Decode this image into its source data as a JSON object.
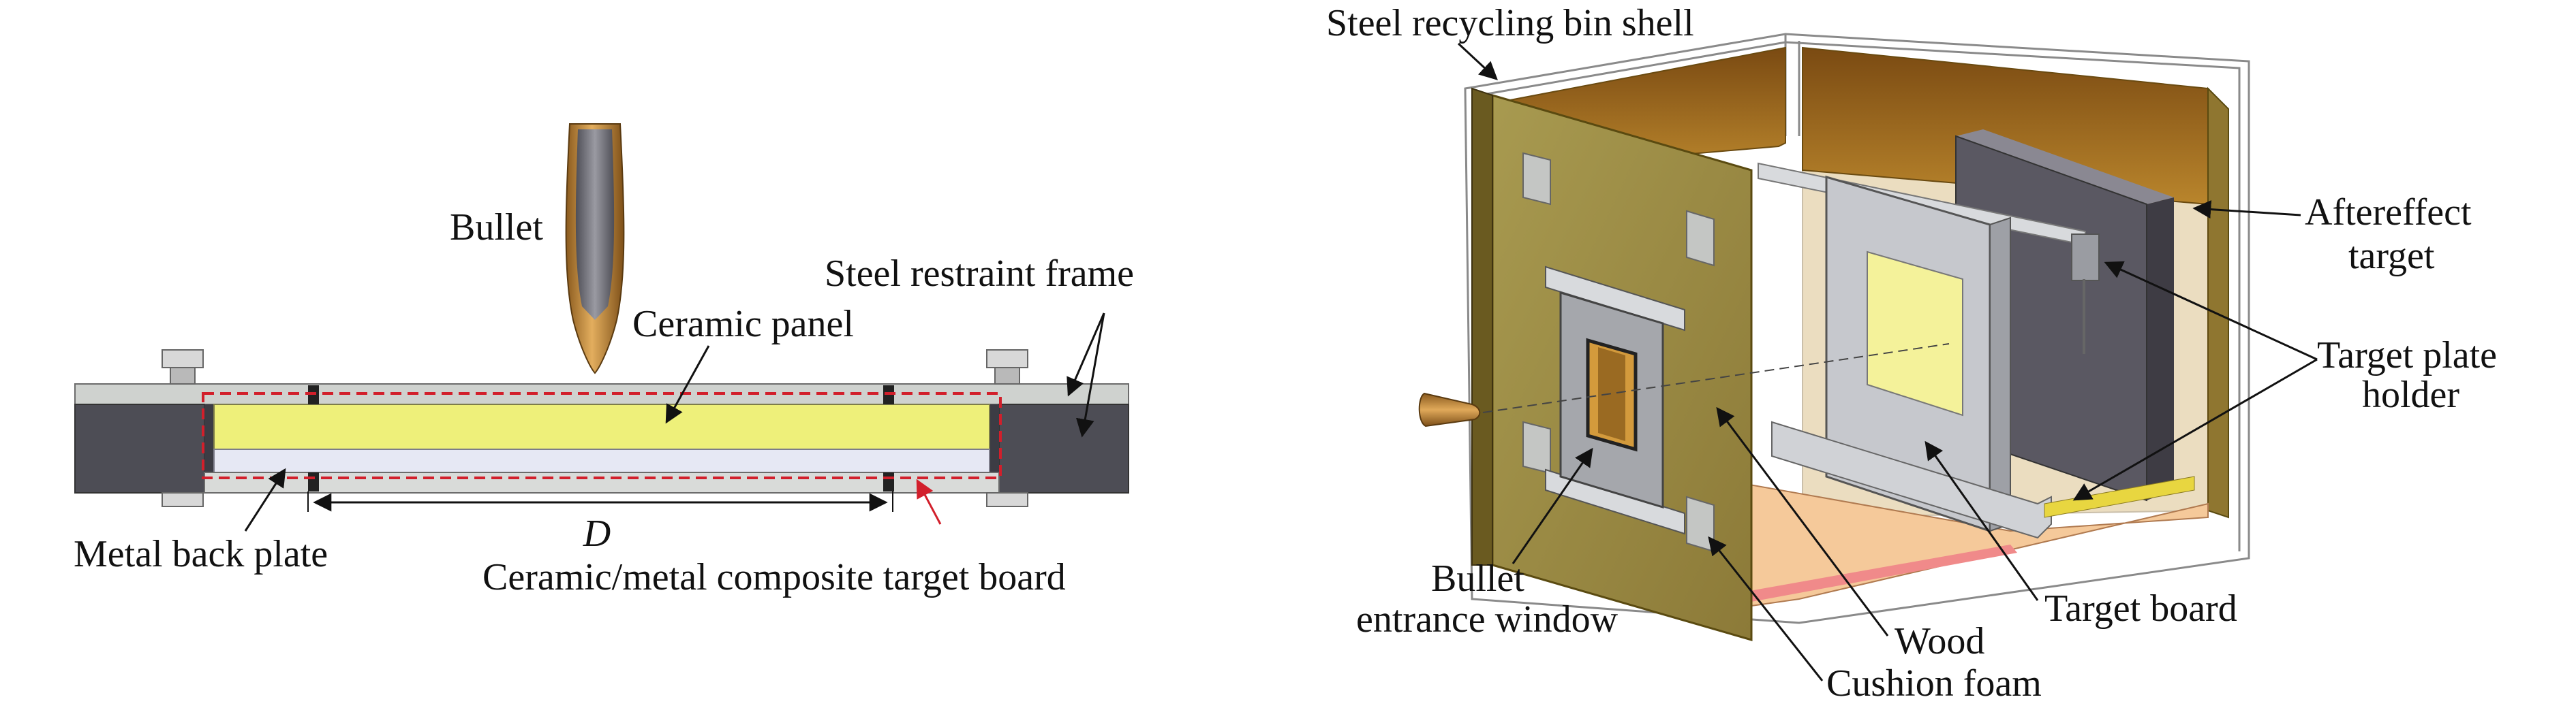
{
  "left_diagram": {
    "labels": {
      "bullet": "Bullet",
      "steel_frame": "Steel restraint frame",
      "ceramic_panel": "Ceramic panel",
      "metal_back_plate": "Metal back plate",
      "dimension": "D",
      "composite_board": "Ceramic/metal composite target board"
    },
    "colors": {
      "ceramic": "#eef07a",
      "back_plate": "#e6e8f4",
      "frame_dark": "#4a4a52",
      "frame_light": "#c9ccc9",
      "bullet": "#c58a3a",
      "highlight": "#d21f2b"
    }
  },
  "right_diagram": {
    "labels": {
      "shell": "Steel recycling bin shell",
      "aftereffect_line1": "Aftereffect",
      "aftereffect_line2": "target",
      "holder_line1": "Target plate",
      "holder_line2": "holder",
      "entrance_line1": "Bullet",
      "entrance_line2": "entrance window",
      "target_board": "Target board",
      "wood": "Wood",
      "cushion": "Cushion foam"
    },
    "colors": {
      "wood": "#9a8a42",
      "wood_dark": "#7a5a16",
      "foam": "#f5c99a",
      "aftereffect": "#55535c",
      "target_yellow": "#f4f29a"
    }
  }
}
